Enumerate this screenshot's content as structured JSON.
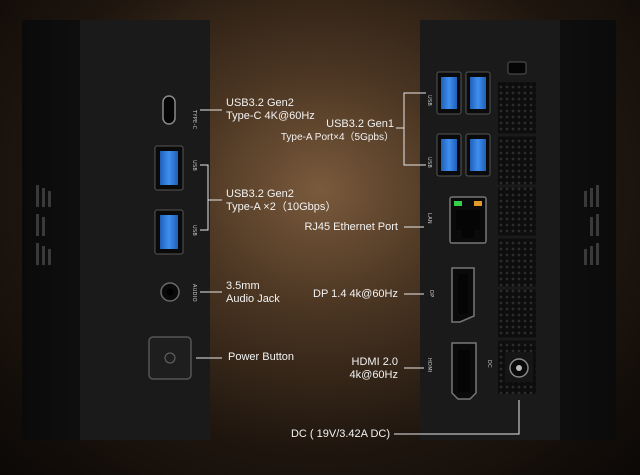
{
  "left_unit": {
    "ports": [
      {
        "id": "usbc",
        "line1": "USB3.2 Gen2",
        "line2": "Type-C 4K@60Hz",
        "tag": "TYPE-C"
      },
      {
        "id": "usba",
        "line1": "USB3.2 Gen2",
        "line2": "Type-A ×2（10Gbps）",
        "tag": "USB"
      },
      {
        "id": "audio",
        "line1": "3.5mm",
        "line2": "Audio Jack",
        "tag": "AUDIO"
      },
      {
        "id": "power",
        "line1": "Power Button",
        "line2": "",
        "tag": ""
      }
    ]
  },
  "right_unit": {
    "usb_label": {
      "line1": "USB3.2 Gen1",
      "line2": "Type-A Port×4（5Gpbs）",
      "tag": "USB"
    },
    "lan_label": {
      "text": "RJ45 Ethernet Port",
      "tag": "LAN"
    },
    "dp_label": {
      "text": "DP 1.4  4k@60Hz",
      "tag": "DP"
    },
    "hdmi_label": {
      "line1": "HDMI 2.0",
      "line2": "4k@60Hz",
      "tag": "HDMI"
    },
    "dc_label": {
      "text": "DC ( 19V/3.42A DC)",
      "tag": "DC"
    }
  },
  "colors": {
    "usb_blue": "#2f7fe0",
    "lan_green": "#35d04a",
    "lan_orange": "#e09a2a",
    "case": "#1a1a1a"
  }
}
